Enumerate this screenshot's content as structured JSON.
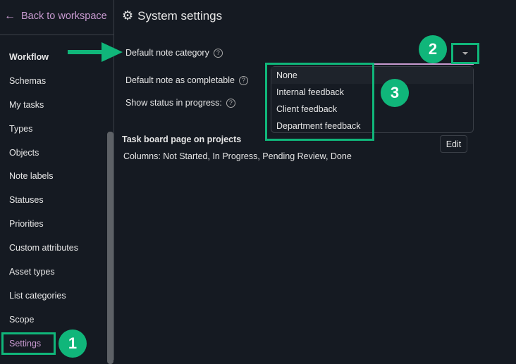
{
  "sidebar": {
    "back_label": "Back to workspace",
    "items": [
      "Workflow",
      "Schemas",
      "My tasks",
      "Types",
      "Objects",
      "Note labels",
      "Statuses",
      "Priorities",
      "Custom attributes",
      "Asset types",
      "List categories",
      "Scope",
      "Settings"
    ],
    "active": "Settings"
  },
  "page": {
    "title": "System settings",
    "fields": {
      "default_note_category": "Default note category",
      "default_note_completable": "Default note as completable",
      "show_status": "Show status in progress:"
    },
    "help_glyph": "?"
  },
  "dropdown": {
    "options": [
      "None",
      "Internal feedback",
      "Client feedback",
      "Department feedback"
    ],
    "highlighted": "None"
  },
  "task_board": {
    "heading": "Task board page on projects",
    "columns_text": "Columns: Not Started, In Progress, Pending Review, Done",
    "edit_label": "Edit"
  },
  "annotations": {
    "badges": [
      "1",
      "2",
      "3"
    ],
    "color": "#10b67a"
  }
}
